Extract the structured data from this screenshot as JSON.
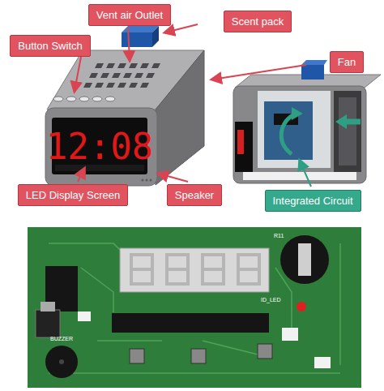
{
  "diagram": {
    "nodes": [
      {
        "text": [
          "Vent air Outlet"
        ]
      },
      {
        "text": [
          "Scent pack"
        ]
      },
      {
        "text": [
          "Button Switch"
        ]
      },
      {
        "text": [
          "Fan"
        ]
      },
      {
        "text": [
          "LED Display Screen"
        ]
      },
      {
        "text": [
          "Speaker"
        ]
      },
      {
        "text": [
          "Integrated Circuit"
        ]
      }
    ],
    "labels": [
      "12:08",
      "BUZZER",
      "ID_LED",
      "R11"
    ]
  }
}
